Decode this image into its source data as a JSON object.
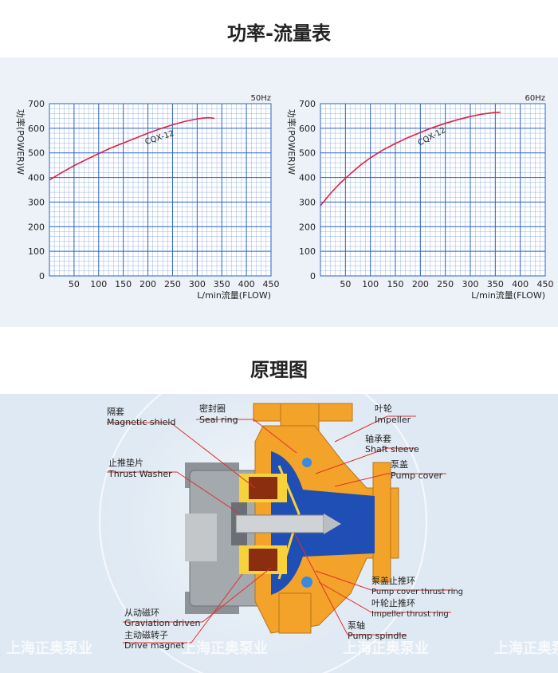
{
  "title1": "功率-流量表",
  "title2": "原理图",
  "chart_data": [
    {
      "type": "line",
      "freq_label": "50Hz",
      "ylabel": "功率(POWER)W",
      "xlabel": "L/min流量(FLOW)",
      "xlim": [
        0,
        450
      ],
      "ylim": [
        0,
        700
      ],
      "xticks": [
        50,
        100,
        150,
        200,
        250,
        300,
        350,
        400,
        450
      ],
      "yticks": [
        0,
        100,
        200,
        300,
        400,
        500,
        600,
        700
      ],
      "series": [
        {
          "name": "CQX-12",
          "x": [
            0,
            25,
            50,
            75,
            100,
            125,
            150,
            175,
            200,
            225,
            250,
            275,
            300,
            315,
            325,
            335
          ],
          "y": [
            390,
            420,
            448,
            473,
            497,
            520,
            540,
            560,
            580,
            598,
            614,
            628,
            638,
            642,
            643,
            640
          ]
        }
      ]
    },
    {
      "type": "line",
      "freq_label": "60Hz",
      "ylabel": "功率(POWER)W",
      "xlabel": "L/min流量(FLOW)",
      "xlim": [
        0,
        450
      ],
      "ylim": [
        0,
        700
      ],
      "xticks": [
        50,
        100,
        150,
        200,
        250,
        300,
        350,
        400,
        450
      ],
      "yticks": [
        0,
        100,
        200,
        300,
        400,
        500,
        600,
        700
      ],
      "series": [
        {
          "name": "CQX-12",
          "x": [
            0,
            20,
            40,
            60,
            80,
            100,
            125,
            150,
            175,
            200,
            225,
            250,
            275,
            300,
            325,
            350,
            360
          ],
          "y": [
            285,
            335,
            378,
            415,
            450,
            480,
            512,
            538,
            562,
            583,
            603,
            620,
            635,
            648,
            658,
            664,
            665
          ]
        }
      ]
    }
  ],
  "labels": [
    {
      "cn": "隔套",
      "en": "Magnetic shield"
    },
    {
      "cn": "密封圈",
      "en": "Seal ring"
    },
    {
      "cn": "叶轮",
      "en": "Impeller"
    },
    {
      "cn": "轴承套",
      "en": "Shaft sleeve"
    },
    {
      "cn": "泵盖",
      "en": "Pump cover"
    },
    {
      "cn": "止推垫片",
      "en": "Thrust Washer"
    },
    {
      "cn": "泵盖止推环",
      "en": "Pump cover thrust ring"
    },
    {
      "cn": "叶轮止推环",
      "en": "Impeller thrust ring"
    },
    {
      "cn": "从动磁环",
      "en": "Graviation driven"
    },
    {
      "cn": "泵轴",
      "en": "Pump spindle"
    },
    {
      "cn": "主动磁转子",
      "en": "Drive magnet"
    }
  ],
  "watermark": "上海正奥泵业",
  "colors": {
    "curve": "#e0203a",
    "grid": "#2a64c8",
    "pump_body": "#f3a32a",
    "impeller": "#1f4fb4",
    "magnet": "#8b2e10",
    "leader": "#e03030"
  }
}
